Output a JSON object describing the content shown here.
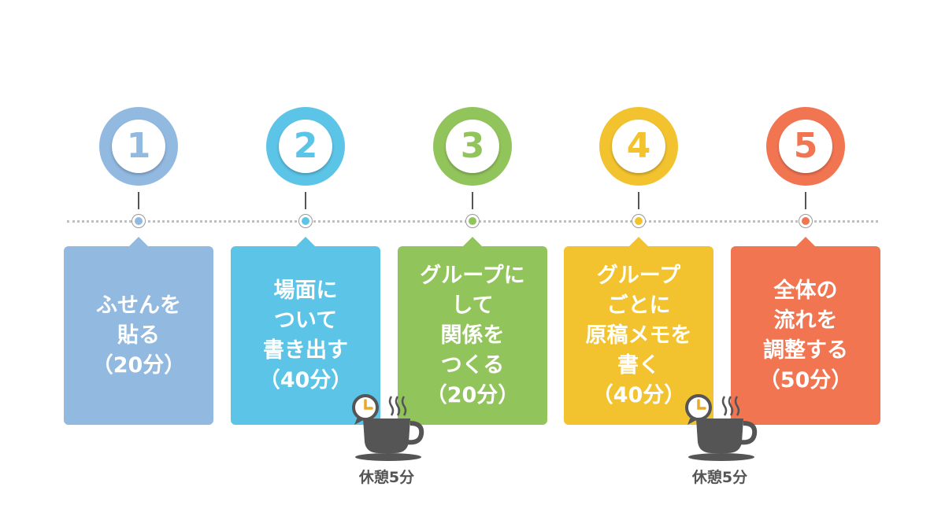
{
  "colors": {
    "step1": "#92b9e0",
    "step2": "#5cc4e6",
    "step3": "#92c45c",
    "step4": "#f2c32e",
    "step5": "#f27552",
    "connector": "#bfbfbf",
    "break_icon": "#555555"
  },
  "steps": [
    {
      "number": "1",
      "text": "ふせんを\n貼る\n（20分）"
    },
    {
      "number": "2",
      "text": "場面に\nついて\n書き出す\n（40分）"
    },
    {
      "number": "3",
      "text": "グループに\nして\n関係を\nつくる\n（20分）"
    },
    {
      "number": "4",
      "text": "グループ\nごとに\n原稿メモを\n書く\n（40分）"
    },
    {
      "number": "5",
      "text": "全体の\n流れを\n調整する\n（50分）"
    }
  ],
  "breaks": [
    {
      "label": "休憩5分",
      "icon": "coffee-cup-clock-icon"
    },
    {
      "label": "休憩5分",
      "icon": "coffee-cup-clock-icon"
    }
  ]
}
